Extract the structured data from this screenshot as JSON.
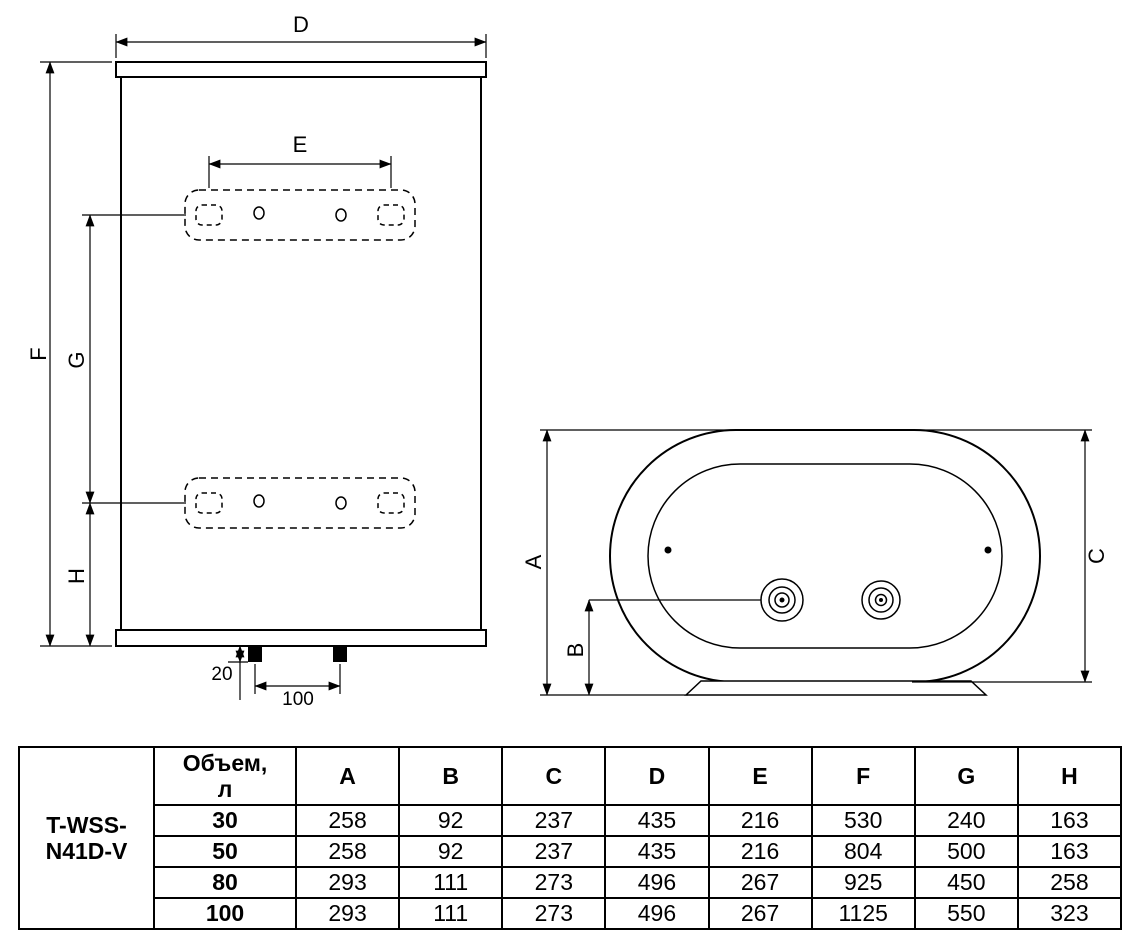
{
  "drawing": {
    "front_view": {
      "dim_d": "D",
      "dim_e": "E",
      "dim_f": "F",
      "dim_g": "G",
      "dim_h": "H",
      "pipe_length": "20",
      "pipe_spacing": "100"
    },
    "top_view": {
      "dim_a": "A",
      "dim_b": "B",
      "dim_c": "C"
    }
  },
  "table": {
    "model": "T-WSS-N41D-V",
    "volume_header": "Объем, л",
    "columns": [
      "A",
      "B",
      "C",
      "D",
      "E",
      "F",
      "G",
      "H"
    ],
    "rows": [
      {
        "volume": "30",
        "values": [
          "258",
          "92",
          "237",
          "435",
          "216",
          "530",
          "240",
          "163"
        ]
      },
      {
        "volume": "50",
        "values": [
          "258",
          "92",
          "237",
          "435",
          "216",
          "804",
          "500",
          "163"
        ]
      },
      {
        "volume": "80",
        "values": [
          "293",
          "111",
          "273",
          "496",
          "267",
          "925",
          "450",
          "258"
        ]
      },
      {
        "volume": "100",
        "values": [
          "293",
          "111",
          "273",
          "496",
          "267",
          "1125",
          "550",
          "323"
        ]
      }
    ]
  }
}
